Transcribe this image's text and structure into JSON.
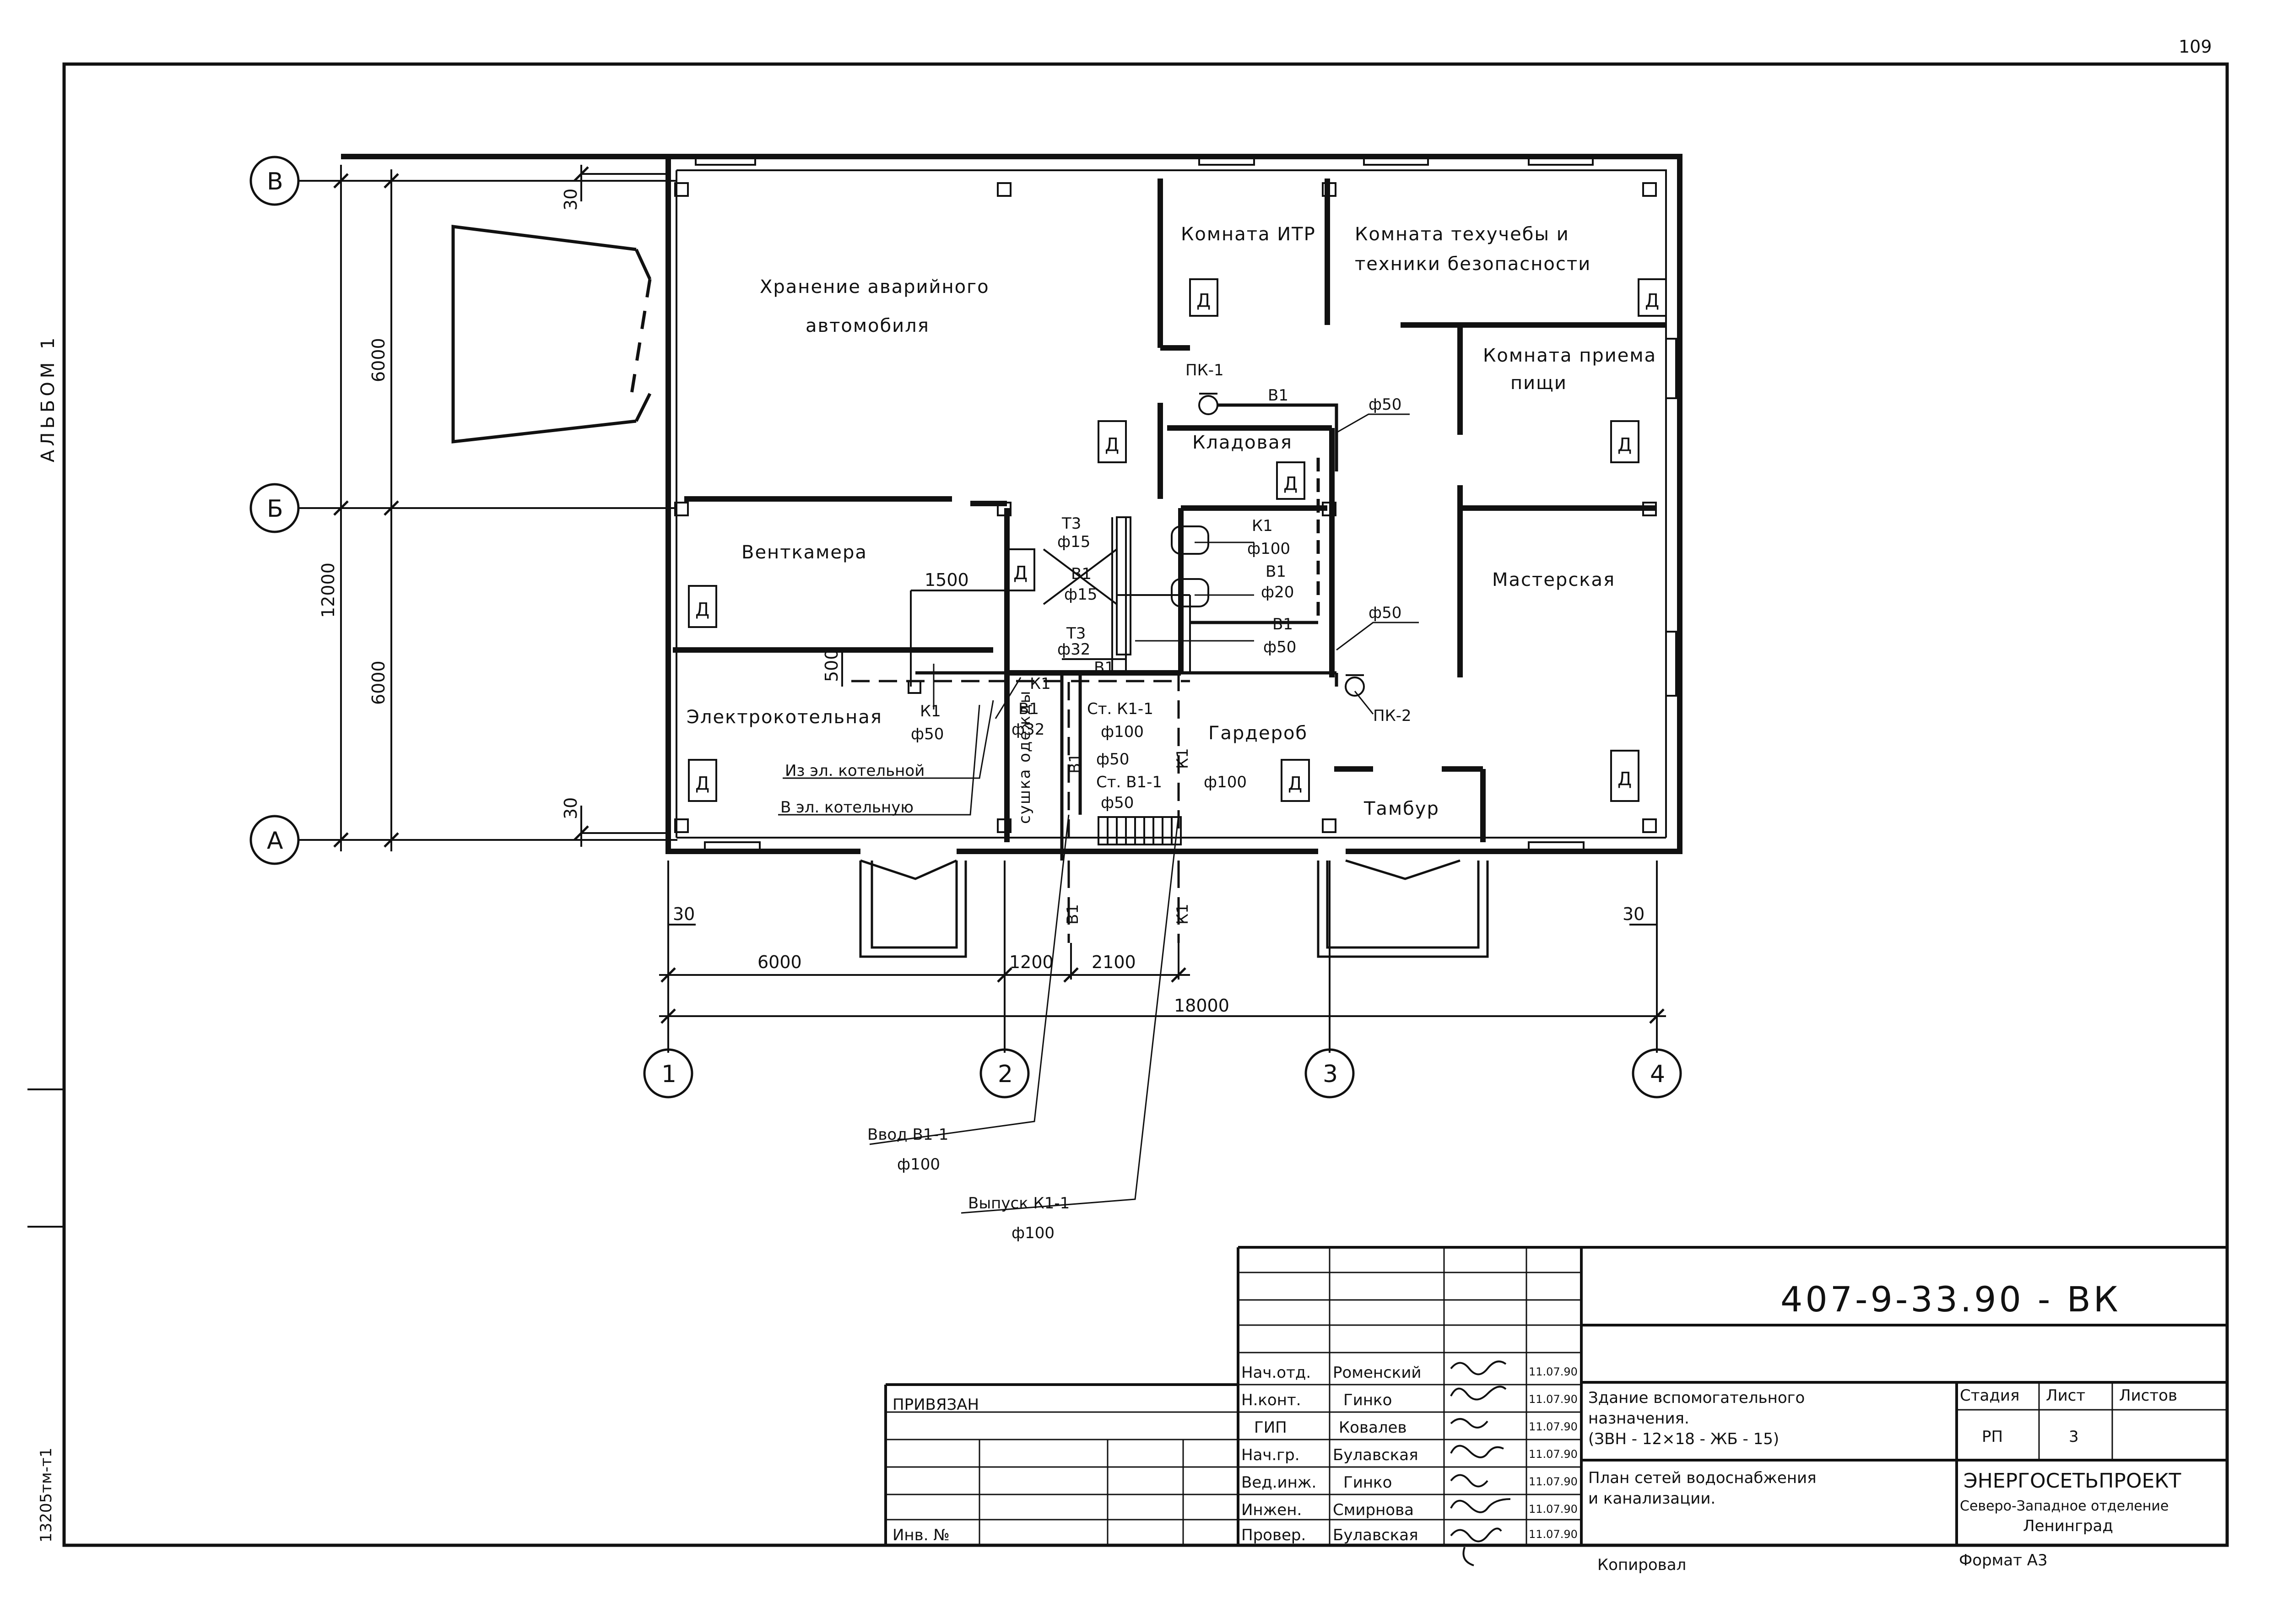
{
  "page_number": "109",
  "side_label": "АЛЬБОМ 1",
  "side_code": "13205тм-т1",
  "rooms": {
    "storage_line1": "Хранение аварийного",
    "storage_line2": "автомобиля",
    "itr": "Комната ИТР",
    "tech_line1": "Комната техучебы и",
    "tech_line2": "техники безопасности",
    "food_line1": "Комната приема",
    "food_line2": "пищи",
    "pantry": "Кладовая",
    "vent": "Венткамера",
    "workshop": "Мастерская",
    "boiler": "Электрокотельная",
    "wardrobe": "Гардероб",
    "vestibule": "Тамбур",
    "drying": "сушка одежды",
    "d_mark": "Д"
  },
  "axes": {
    "v": "В",
    "b": "Б",
    "a": "А",
    "n1": "1",
    "n2": "2",
    "n3": "3",
    "n4": "4"
  },
  "dims": {
    "d30": "30",
    "d6000": "6000",
    "d12000": "12000",
    "d1500": "1500",
    "d500": "500",
    "d1200": "1200",
    "d2100": "2100",
    "d18000": "18000"
  },
  "pipes": {
    "pk1": "ПК-1",
    "pk2": "ПК-2",
    "b1": "В1",
    "k1": "К1",
    "t3": "Т3",
    "phi50": "ф50",
    "phi100": "ф100",
    "phi20": "ф20",
    "phi15": "ф15",
    "phi32": "ф32",
    "st_k1_1": "Ст. К1-1",
    "st_b1_1": "Ст. В1-1",
    "from_boiler": "Из эл. котельной",
    "to_boiler": "В эл. котельную",
    "input_b1_1": "Ввод В1-1",
    "output_k1_1": "Выпуск К1-1"
  },
  "stamp": {
    "doc_code": "407-9-33.90 - ВК",
    "attached": "ПРИВЯЗАН",
    "inv_no": "Инв. №",
    "roles": [
      "Нач.отд.",
      "Н.конт.",
      "ГИП",
      "Нач.гр.",
      "Вед.инж.",
      "Инжен.",
      "Провер."
    ],
    "names": [
      "Роменский",
      "Гинко",
      "Ковалев",
      "Булавская",
      "Гинко",
      "Смирнова",
      "Булавская"
    ],
    "date": "11.07.90",
    "building_line1": "Здание вспомогательного",
    "building_line2": "назначения.",
    "building_line3": "(ЗВН - 12×18 - ЖБ - 15)",
    "sheet_title_line1": "План сетей водоснабжения",
    "sheet_title_line2": "и канализации.",
    "stage_label": "Стадия",
    "sheet_label": "Лист",
    "sheets_label": "Листов",
    "stage": "РП",
    "sheet": "3",
    "org_line1": "ЭНЕРГОСЕТЬПРОЕКТ",
    "org_line2": "Северо-Западное отделение",
    "org_line3": "Ленинград",
    "copied": "Копировал",
    "format": "Формат А3"
  }
}
